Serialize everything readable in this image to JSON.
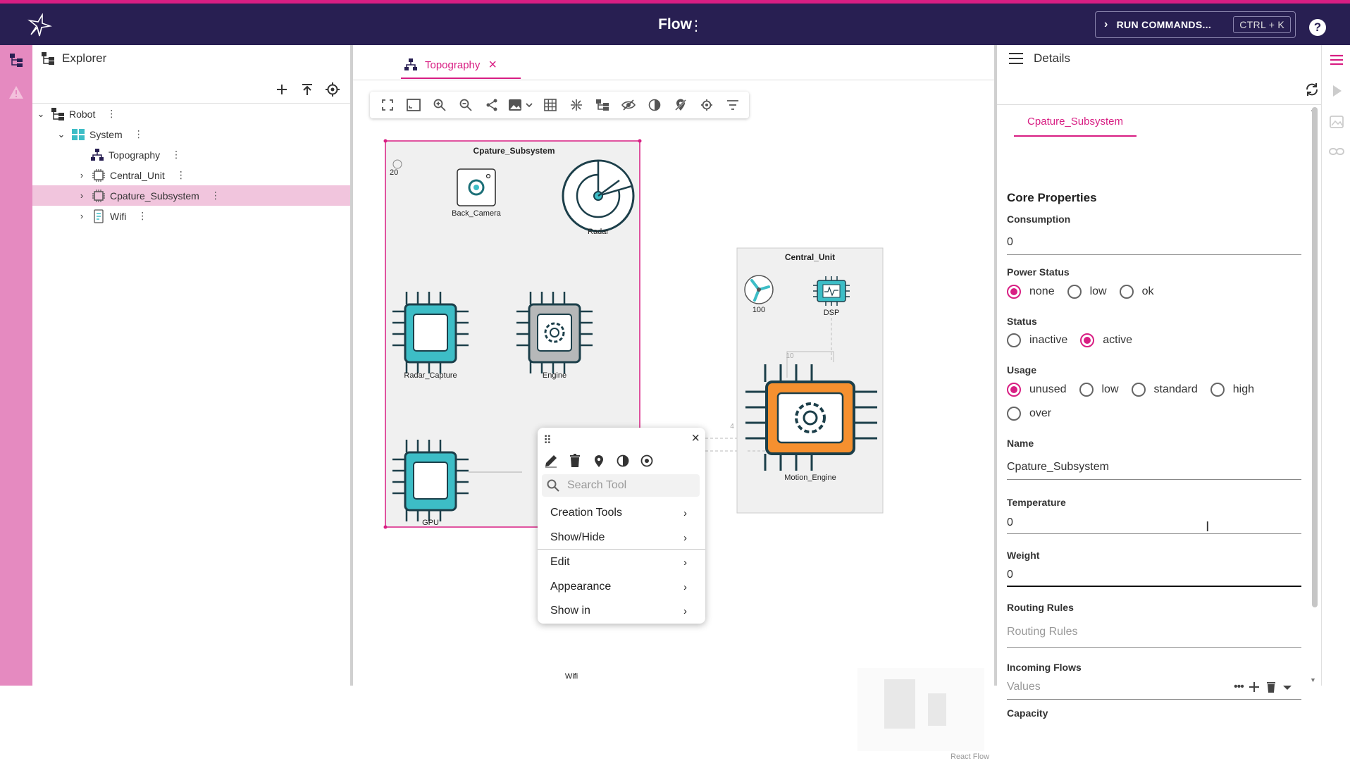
{
  "app": {
    "title": "Flow",
    "run_commands": "RUN COMMANDS...",
    "shortcut": "CTRL + K",
    "help": "?"
  },
  "explorer": {
    "title": "Explorer",
    "tree": [
      {
        "label": "Robot",
        "expander": "⌄",
        "icon": "hierarchy-icon"
      },
      {
        "label": "System",
        "expander": "⌄",
        "icon": "grid-icon"
      },
      {
        "label": "Topography",
        "expander": "",
        "icon": "topology-icon"
      },
      {
        "label": "Central_Unit",
        "expander": "›",
        "icon": "chip-icon"
      },
      {
        "label": "Cpature_Subsystem",
        "expander": "›",
        "icon": "chip-icon"
      },
      {
        "label": "Wifi",
        "expander": "›",
        "icon": "device-icon"
      }
    ]
  },
  "editor": {
    "tab_label": "Topography",
    "nodes": {
      "group1_title": "Cpature_Subsystem",
      "group1_badge": "20",
      "back_camera": "Back_Camera",
      "radar": "Radar",
      "radar_capture": "Radar_Capture",
      "engine": "Engine",
      "gpu": "GPU",
      "group2_title": "Central_Unit",
      "central_badge": "100",
      "dsp": "DSP",
      "motion_engine": "Motion_Engine",
      "wifi": "Wifi",
      "edge_label_10": "10",
      "edge_label_4": "4"
    },
    "attribution": "React Flow"
  },
  "context_menu": {
    "search_placeholder": "Search Tool",
    "items": [
      "Creation Tools",
      "Show/Hide",
      "Edit",
      "Appearance",
      "Show in"
    ]
  },
  "details": {
    "title": "Details",
    "tab": "Cpature_Subsystem",
    "section": "Core Properties",
    "consumption": {
      "label": "Consumption",
      "value": "0"
    },
    "power_status": {
      "label": "Power Status",
      "options": [
        "none",
        "low",
        "ok"
      ],
      "selected": "none"
    },
    "status": {
      "label": "Status",
      "options": [
        "inactive",
        "active"
      ],
      "selected": "active"
    },
    "usage": {
      "label": "Usage",
      "options": [
        "unused",
        "low",
        "standard",
        "high",
        "over"
      ],
      "selected": "unused"
    },
    "name": {
      "label": "Name",
      "value": "Cpature_Subsystem"
    },
    "temperature": {
      "label": "Temperature",
      "value": "0"
    },
    "weight": {
      "label": "Weight",
      "value": "0"
    },
    "routing_rules": {
      "label": "Routing Rules",
      "placeholder": "Routing Rules"
    },
    "incoming_flows": {
      "label": "Incoming Flows",
      "placeholder": "Values"
    },
    "capacity": {
      "label": "Capacity"
    }
  },
  "colors": {
    "brand": "#281f52",
    "accent": "#d81e83",
    "teal": "#3dbdc6",
    "orange": "#f5902f"
  }
}
